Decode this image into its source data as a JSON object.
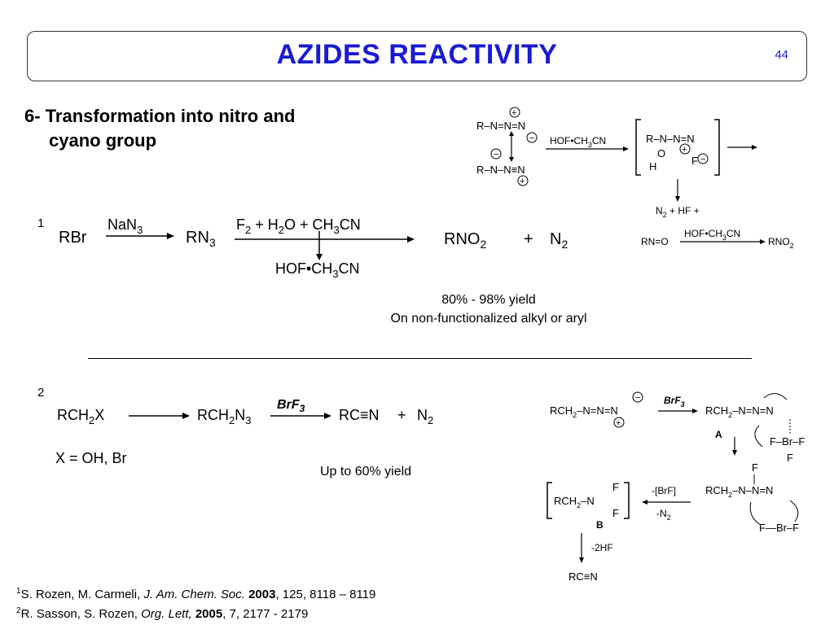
{
  "slide": {
    "title": "AZIDES REACTIVITY",
    "page_number": "44",
    "heading_line1": "6- Transformation into nitro and",
    "heading_line2": "cyano group"
  },
  "reaction1": {
    "marker": "1",
    "reactant": "RBr",
    "reagent1": "NaN3",
    "intermediate": "RN3",
    "reagent2_top": "F2 + H2O + CH3CN",
    "reagent2_bottom": "HOF•CH3CN",
    "product": "RNO2",
    "plus": "+",
    "byproduct": "N2",
    "yield": "80% - 98% yield",
    "scope": "On non-functionalized alkyl or aryl"
  },
  "mechanism1": {
    "reagent": "HOF•CH3CN",
    "side_products": "N2 + HF +",
    "nitroso": "RN=O",
    "reagent2": "HOF•CH3CN",
    "product": "RNO2"
  },
  "reaction2": {
    "marker": "2",
    "reactant": "RCH2X",
    "intermediate": "RCH2N3",
    "reagent": "BrF3",
    "product": "RC≡N",
    "plus": "+",
    "byproduct": "N2",
    "condition": "X = OH, Br",
    "yield": "Up to 60% yield"
  },
  "mechanism2": {
    "reagent": "BrF3",
    "label_a": "A",
    "label_b": "B",
    "step_brf": "-[BrF]",
    "step_n2": "-N2",
    "step_hf": "-2HF",
    "final": "RC≡N"
  },
  "references": [
    {
      "marker": "1",
      "authors": "S. Rozen,  M. Carmeli, ",
      "journal": "J. Am. Chem. Soc.",
      "year": "2003",
      "details": ", 125, 8118 – 8119"
    },
    {
      "marker": "2",
      "authors": "R. Sasson, S. Rozen, ",
      "journal": "Org. Lett,",
      "year": "2005",
      "details": ", 7, 2177 - 2179"
    }
  ]
}
